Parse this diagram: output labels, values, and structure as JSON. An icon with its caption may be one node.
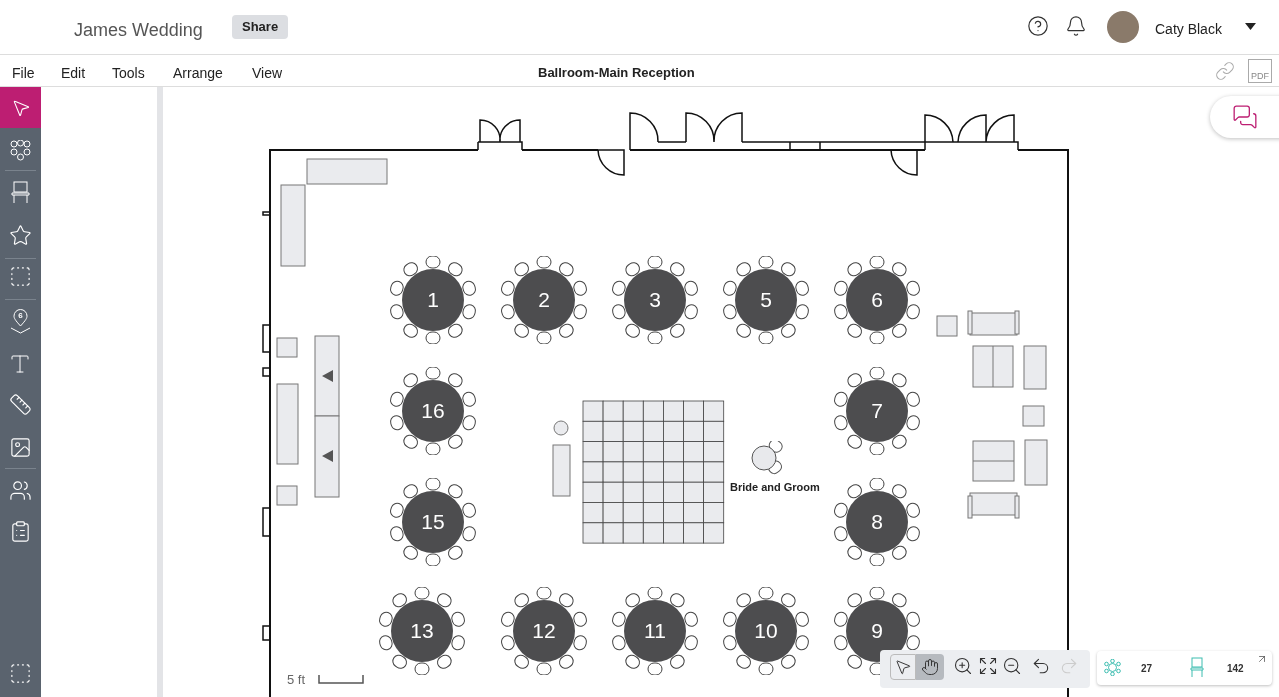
{
  "diagram": {
    "title": "Ballroom-Main Reception",
    "nodes": [
      {
        "text": [
          "1"
        ]
      },
      {
        "text": [
          "2"
        ]
      },
      {
        "text": [
          "3"
        ]
      },
      {
        "text": [
          "5"
        ]
      },
      {
        "text": [
          "6"
        ]
      },
      {
        "text": [
          "16"
        ]
      },
      {
        "text": [
          "7"
        ]
      },
      {
        "text": [],
        "shape": "circle",
        "beside": [
          "Bride and Groom"
        ]
      },
      {
        "text": [
          "15"
        ]
      },
      {
        "text": [
          "8"
        ]
      },
      {
        "text": [
          "13"
        ]
      },
      {
        "text": [
          "12"
        ]
      },
      {
        "text": [
          "11"
        ]
      },
      {
        "text": [
          "10"
        ]
      },
      {
        "text": [
          "9"
        ]
      }
    ],
    "labels": [
      "James Wedding",
      "Share",
      "Caty Black",
      "File",
      "Edit",
      "Tools",
      "Arrange",
      "View",
      "PDF",
      "6",
      "5 ft",
      "27",
      "142"
    ]
  }
}
